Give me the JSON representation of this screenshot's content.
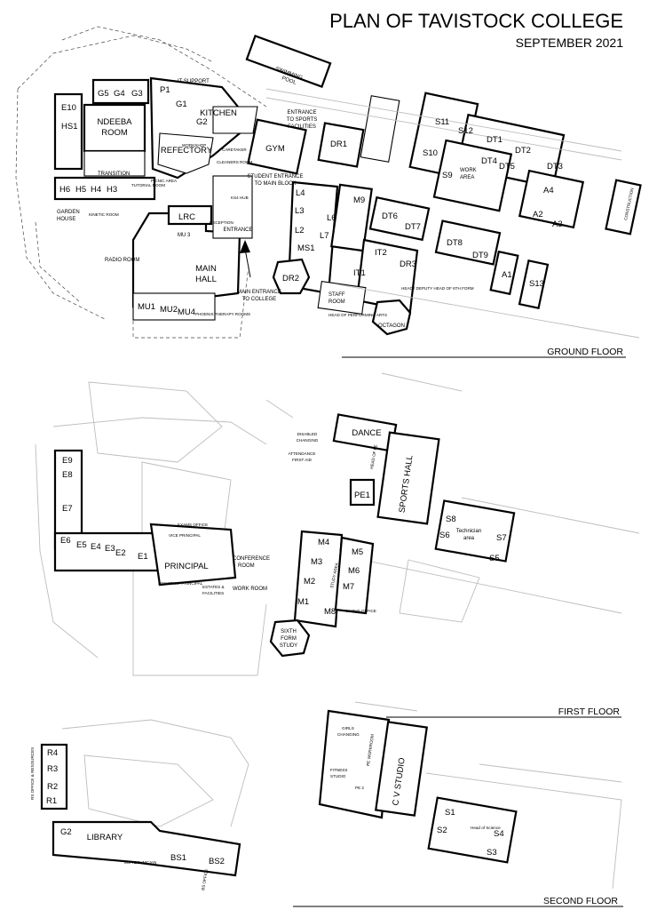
{
  "header": {
    "title": "PLAN OF TAVISTOCK COLLEGE",
    "date": "SEPTEMBER 2021"
  },
  "floors": {
    "ground": "GROUND FLOOR",
    "first": "FIRST FLOOR",
    "second": "SECOND FLOOR"
  },
  "ground": {
    "ndeeba": "NDEEBA",
    "room": "ROOM",
    "refectory": "REFECTORY",
    "kitchen": "KITCHEN",
    "it_support": "IT SUPPORT",
    "gym": "GYM",
    "swimming": "SWIMMING",
    "pool": "POOL",
    "entrance_sports_1": "ENTRANCE",
    "entrance_sports_2": "TO SPORTS",
    "entrance_sports_3": "FACILITIES",
    "student_entrance_1": "STUDENT ENTRANCE",
    "student_entrance_2": "TO MAIN BLOCK",
    "entrance": "ENTRANCE",
    "main_entrance_1": "MAIN ENTRANCE",
    "main_entrance_2": "TO COLLEGE",
    "main_hall_1": "MAIN",
    "main_hall_2": "HALL",
    "lrc": "LRC",
    "radio_room": "RADIO ROOM",
    "garden_1": "GARDEN",
    "garden_2": "HOUSE",
    "transition": "TRANSITION",
    "workshop": "WORKSHOP",
    "picnic": "PICNIC AREA",
    "cleaners": "CLEANERS ROOM",
    "caretaker": "CARETAKER",
    "ks4": "KS4 HUB",
    "reception": "RECEPTION",
    "mu3": "MU 3",
    "phoenix": "PHOENIX THERAPY ROOMS",
    "staff_room_1": "STAFF",
    "staff_room_2": "ROOM",
    "octagon": "OCTAGON",
    "work_area_1": "WORK",
    "work_area_2": "AREA",
    "construction": "CONSTRUCTION",
    "head_of_sixth": "HEAD / DEPUTY HEAD OF 6TH FORM",
    "performing_arts": "HEAD OF PERFORMING ARTS",
    "tutorial": "TUTORIAL ROOM",
    "kinetic": "KINETIC ROOM",
    "rooms": [
      "G1",
      "G2",
      "G3",
      "G4",
      "G5",
      "P1",
      "HS1",
      "E10",
      "H6",
      "H5",
      "H4",
      "H3",
      "MU1",
      "MU2",
      "MU4",
      "L4",
      "L3",
      "L2",
      "L6",
      "L7",
      "M9",
      "MS1",
      "DR2",
      "DR1",
      "IT1",
      "IT2",
      "DR3",
      "DT6",
      "DT7",
      "DT8",
      "DT9",
      "S10",
      "S11",
      "S12",
      "S9",
      "DT1",
      "DT2",
      "DT3",
      "DT4",
      "DT5",
      "A1",
      "A2",
      "A3",
      "A4",
      "S13"
    ]
  },
  "first": {
    "dance": "DANCE",
    "sports_hall": "SPORTS HALL",
    "disabled_1": "DISABLED",
    "disabled_2": "CHANGING",
    "attendance_1": "ATTENDANCE",
    "attendance_2": "FIRST AID",
    "head_pe": "HEAD OF PE",
    "principal": "PRINCIPAL",
    "conference_1": "CONFERENCE",
    "conference_2": "ROOM",
    "work_room": "WORK ROOM",
    "assistant_principal": "ASSISTANT PRINCIPAL",
    "estates_1": "ESTATES &",
    "estates_2": "FACILITIES",
    "exams_office": "EXAMS OFFICE",
    "vice_principal": "VICE PRINCIPAL",
    "sixth_1": "SIXTH",
    "sixth_2": "FORM",
    "sixth_3": "STUDY",
    "maths_office": "MATHS OFFICE",
    "study_area": "STUDY AREA",
    "technician_1": "Technician",
    "technician_2": "area",
    "rooms": [
      "E9",
      "E8",
      "E7",
      "E6",
      "E5",
      "E4",
      "E3",
      "E2",
      "E1",
      "M4",
      "M3",
      "M2",
      "M1",
      "M5",
      "M6",
      "M7",
      "M8",
      "PE1",
      "S8",
      "S6",
      "S7",
      "S5"
    ]
  },
  "second": {
    "library": "LIBRARY",
    "cv_studio": "C V STUDIO",
    "pe_workroom": "PE WORKROOM",
    "girls_1": "GIRLS",
    "girls_2": "CHANGING",
    "fitness_1": "FITNESS",
    "fitness_2": "STUDIO",
    "pe2": "PE 2",
    "ms_technician": "MS TECHNICIAN",
    "bs_office": "BS OFFICE",
    "rs_office": "RS OFFICE & RESOURCES",
    "head_science": "Head of Science",
    "rooms": [
      "R4",
      "R3",
      "R2",
      "R1",
      "G2",
      "BS1",
      "BS2",
      "S1",
      "S2",
      "S4",
      "S3"
    ]
  }
}
